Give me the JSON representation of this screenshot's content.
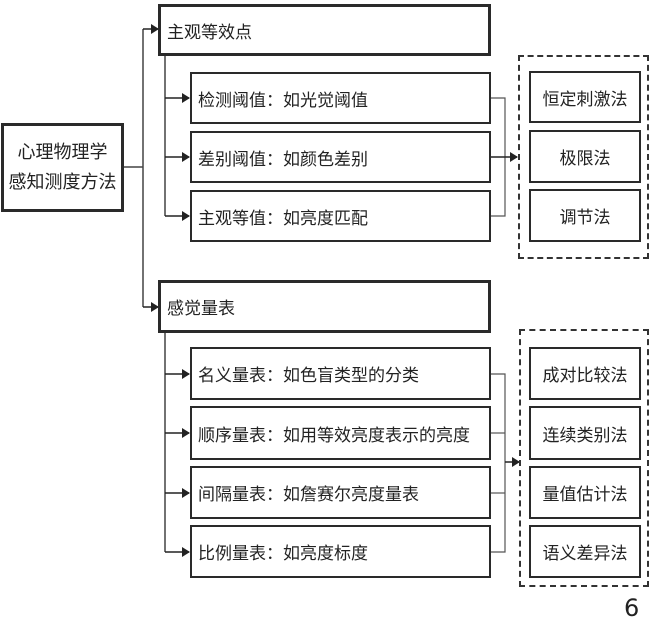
{
  "root": {
    "line1": "心理物理学",
    "line2": "感知测度方法"
  },
  "branches": [
    {
      "title": "主观等效点",
      "items": [
        "检测阈值：如光觉阈值",
        "差别阈值：如颜色差别",
        "主观等值：如亮度匹配"
      ],
      "methods": [
        "恒定刺激法",
        "极限法",
        "调节法"
      ]
    },
    {
      "title": "感觉量表",
      "items": [
        "名义量表：如色盲类型的分类",
        "顺序量表：如用等效亮度表示的亮度",
        "间隔量表：如詹赛尔亮度量表",
        "比例量表：如亮度标度"
      ],
      "methods": [
        "成对比较法",
        "连续类别法",
        "量值估计法",
        "语义差异法"
      ]
    }
  ],
  "page_number": "6"
}
